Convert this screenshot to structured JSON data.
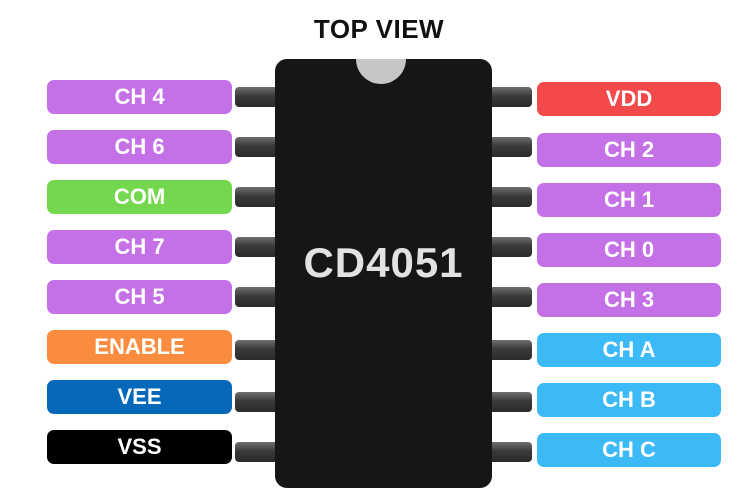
{
  "title": "TOP VIEW",
  "chip": {
    "label": "CD4051"
  },
  "colors": {
    "channel": "#c471e8",
    "com": "#74d84f",
    "enable": "#f98c3e",
    "vee": "#0568b9",
    "vss": "#000000",
    "vdd": "#f2494a",
    "select": "#3cbaf7"
  },
  "left_pins": [
    {
      "label": "CH 4",
      "color": "#c471e8"
    },
    {
      "label": "CH 6",
      "color": "#c471e8"
    },
    {
      "label": "COM",
      "color": "#74d84f"
    },
    {
      "label": "CH 7",
      "color": "#c471e8"
    },
    {
      "label": "CH 5",
      "color": "#c471e8"
    },
    {
      "label": "ENABLE",
      "color": "#f98c3e"
    },
    {
      "label": "VEE",
      "color": "#0568b9"
    },
    {
      "label": "VSS",
      "color": "#000000"
    }
  ],
  "right_pins": [
    {
      "label": "VDD",
      "color": "#f2494a"
    },
    {
      "label": "CH 2",
      "color": "#c471e8"
    },
    {
      "label": "CH 1",
      "color": "#c471e8"
    },
    {
      "label": "CH 0",
      "color": "#c471e8"
    },
    {
      "label": "CH 3",
      "color": "#c471e8"
    },
    {
      "label": "CH A",
      "color": "#3cbaf7"
    },
    {
      "label": "CH B",
      "color": "#3cbaf7"
    },
    {
      "label": "CH C",
      "color": "#3cbaf7"
    }
  ]
}
